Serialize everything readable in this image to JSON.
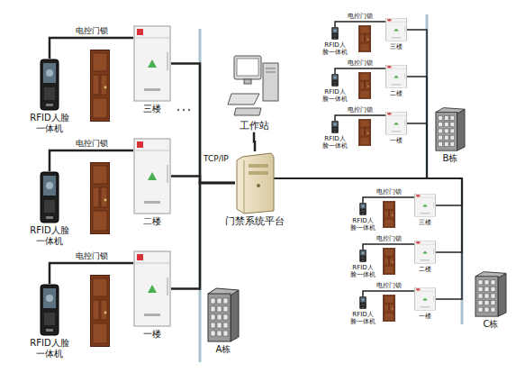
{
  "diagram": {
    "nodes": [
      {
        "text": [
          "RFID人脸一体机"
        ]
      },
      {
        "text": [
          "三楼"
        ]
      },
      {
        "text": [
          "RFID人脸一体机"
        ]
      },
      {
        "text": [
          "二楼"
        ]
      },
      {
        "text": [
          "RFID人脸一体机"
        ]
      },
      {
        "text": [
          "一楼"
        ]
      },
      {
        "text": [
          "A栋"
        ]
      },
      {
        "text": [
          "工作站"
        ]
      },
      {
        "text": [
          "门禁系统平台"
        ]
      },
      {
        "text": [
          "RFID人脸一体机"
        ]
      },
      {
        "text": [
          "三楼"
        ]
      },
      {
        "text": [
          "RFID人脸一体机"
        ]
      },
      {
        "text": [
          "二楼"
        ]
      },
      {
        "text": [
          "RFID人脸一体机"
        ]
      },
      {
        "text": [
          "一楼"
        ]
      },
      {
        "text": [
          "B栋"
        ]
      },
      {
        "text": [
          "RFID人脸一体机"
        ]
      },
      {
        "text": [
          "三楼"
        ]
      },
      {
        "text": [
          "RFID人脸一体机"
        ]
      },
      {
        "text": [
          "二楼"
        ]
      },
      {
        "text": [
          "RFID人脸一体机"
        ]
      },
      {
        "text": [
          "一楼"
        ]
      },
      {
        "text": [
          "C栋"
        ]
      }
    ],
    "edges": [
      {
        "from": 0,
        "to": 1,
        "label": "电控门锁",
        "arrow": "none"
      },
      {
        "from": 2,
        "to": 3,
        "label": "电控门锁",
        "arrow": "none"
      },
      {
        "from": 4,
        "to": 5,
        "label": "电控门锁",
        "arrow": "none"
      },
      {
        "from": 1,
        "to": 8,
        "arrow": "none"
      },
      {
        "from": 3,
        "to": 8,
        "arrow": "none"
      },
      {
        "from": 5,
        "to": 8,
        "arrow": "none"
      },
      {
        "from": 7,
        "to": 8,
        "arrow": "none"
      },
      {
        "from": 9,
        "to": 10,
        "label": "电控门锁",
        "arrow": "none"
      },
      {
        "from": 11,
        "to": 12,
        "label": "电控门锁",
        "arrow": "none"
      },
      {
        "from": 13,
        "to": 14,
        "label": "电控门锁",
        "arrow": "none"
      },
      {
        "from": 10,
        "to": 8,
        "arrow": "none"
      },
      {
        "from": 12,
        "to": 8,
        "arrow": "none"
      },
      {
        "from": 14,
        "to": 8,
        "arrow": "none"
      },
      {
        "from": 16,
        "to": 17,
        "label": "电控门锁",
        "arrow": "none"
      },
      {
        "from": 18,
        "to": 19,
        "label": "电控门锁",
        "arrow": "none"
      },
      {
        "from": 20,
        "to": 21,
        "label": "电控门锁",
        "arrow": "none"
      },
      {
        "from": 17,
        "to": 8,
        "arrow": "none"
      },
      {
        "from": 19,
        "to": 8,
        "arrow": "none"
      },
      {
        "from": 21,
        "to": 8,
        "arrow": "none"
      }
    ],
    "labels": [
      "TCP/IP"
    ]
  }
}
